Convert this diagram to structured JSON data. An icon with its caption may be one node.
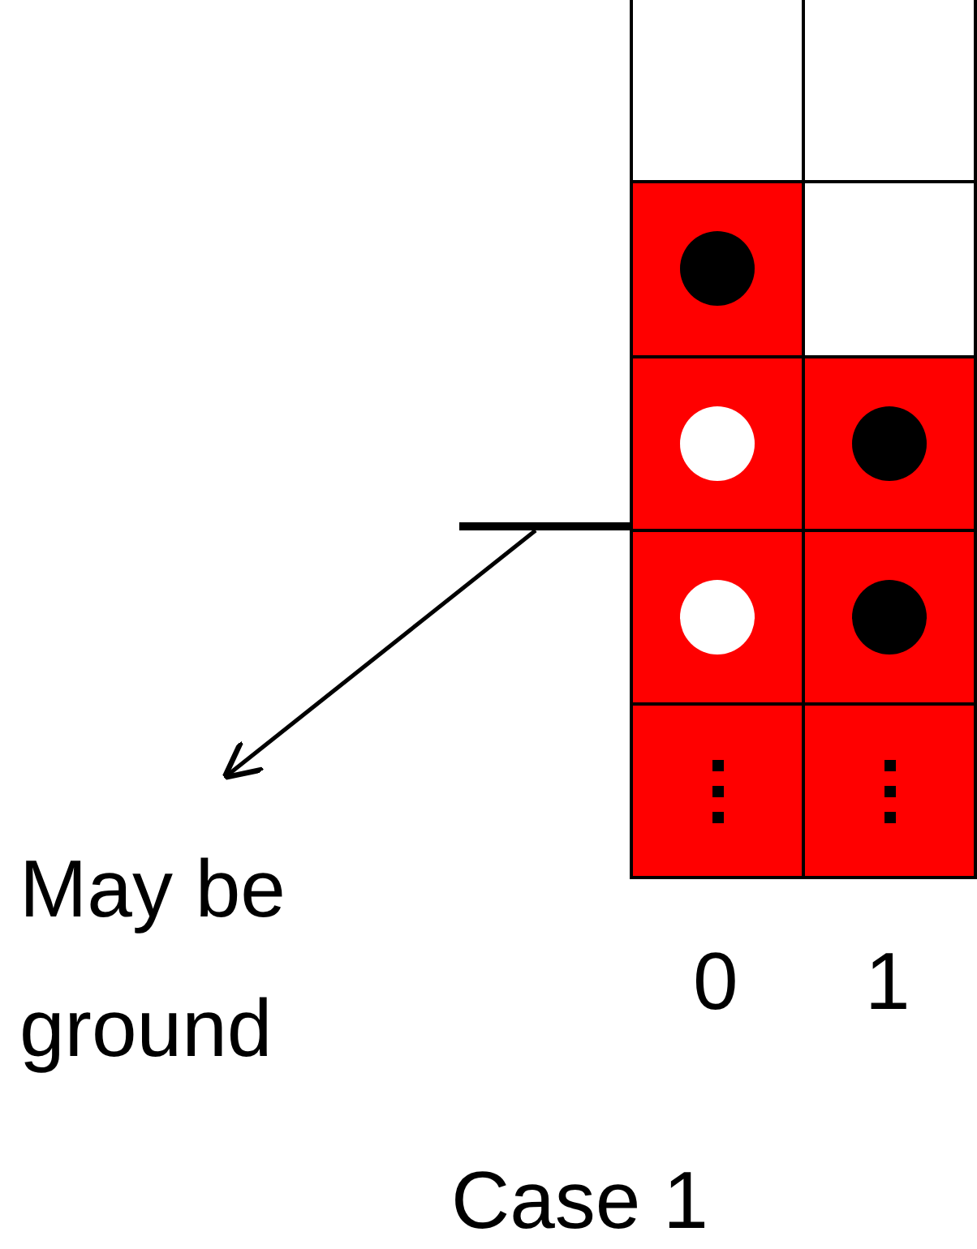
{
  "diagram": {
    "caption": "Case 1",
    "nodes": [
      {
        "text": [
          "May be ground"
        ]
      },
      {
        "text": [],
        "shape": "bar"
      }
    ],
    "edges": [
      {
        "from": 1,
        "to": 0,
        "arrow": "to"
      }
    ],
    "labels": [
      "0",
      "1"
    ]
  }
}
